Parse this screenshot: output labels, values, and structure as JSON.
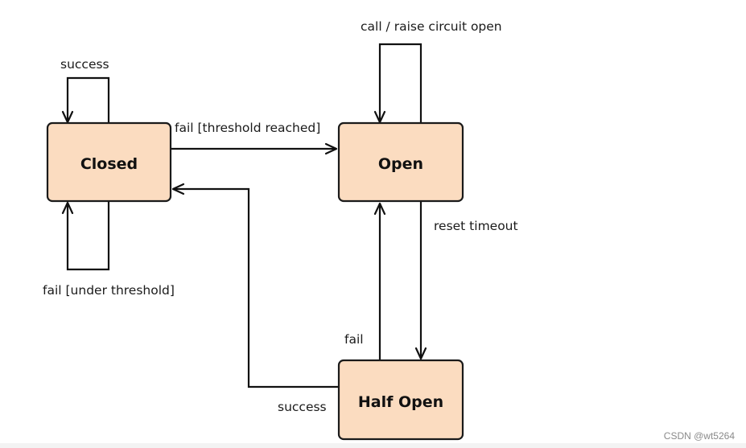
{
  "diagram": {
    "states": {
      "closed": "Closed",
      "open": "Open",
      "half_open": "Half Open"
    },
    "transitions": {
      "closed_success_loop": "success",
      "closed_fail_under_threshold_loop": "fail [under threshold]",
      "closed_to_open": "fail [threshold reached]",
      "open_call_loop": "call / raise circuit open",
      "open_to_half_open": "reset timeout",
      "half_open_to_open": "fail",
      "half_open_to_closed": "success"
    }
  },
  "watermark": "CSDN @wt5264",
  "colors": {
    "state_fill": "#fbdcc0",
    "stroke": "#111111",
    "background": "#ffffff"
  }
}
